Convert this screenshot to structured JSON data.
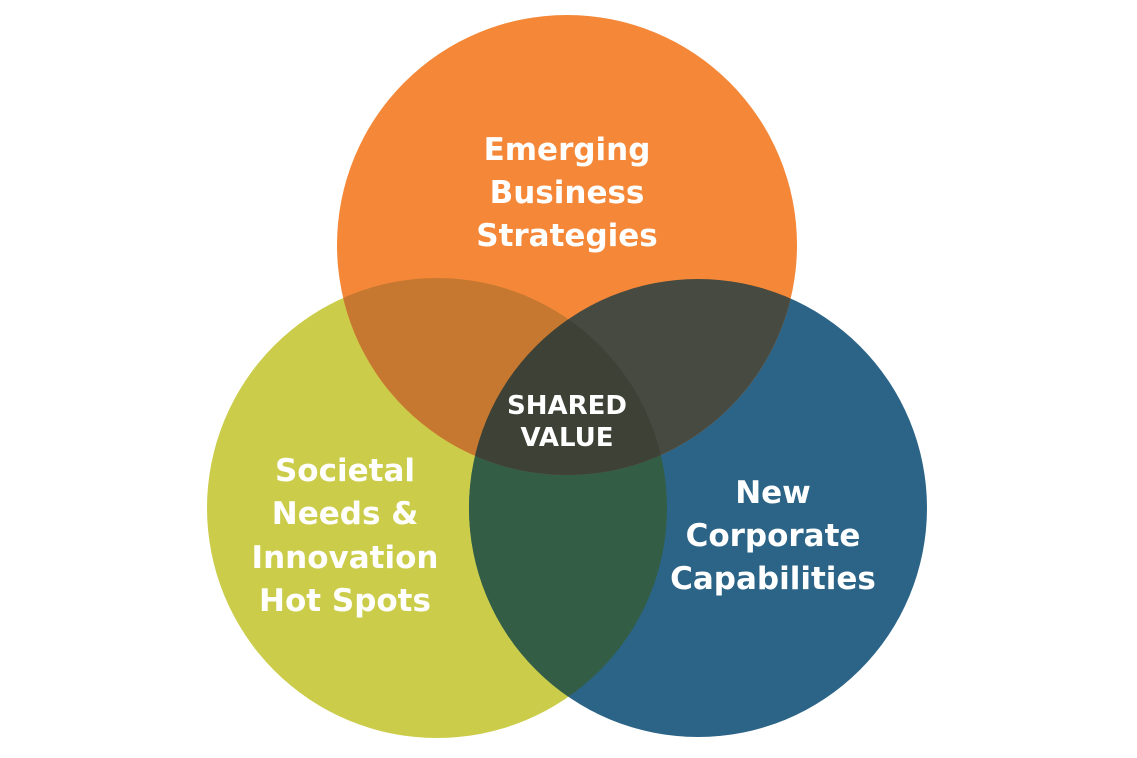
{
  "diagram": {
    "type": "venn",
    "sets": [
      {
        "id": "business",
        "lines": [
          "Emerging",
          "Business",
          "Strategies"
        ],
        "color": "#F48838"
      },
      {
        "id": "societal",
        "lines": [
          "Societal",
          "Needs &",
          "Innovation",
          "Hot Spots"
        ],
        "color": "#CBCC4A"
      },
      {
        "id": "corporate",
        "lines": [
          "New",
          "Corporate",
          "Capabilities"
        ],
        "color": "#2C6487"
      }
    ],
    "intersections": {
      "business_societal": "#C67830",
      "business_corporate": "#474A40",
      "societal_corporate": "#335E45",
      "all": {
        "lines": [
          "SHARED",
          "VALUE"
        ],
        "color": "#3E4135"
      }
    }
  }
}
